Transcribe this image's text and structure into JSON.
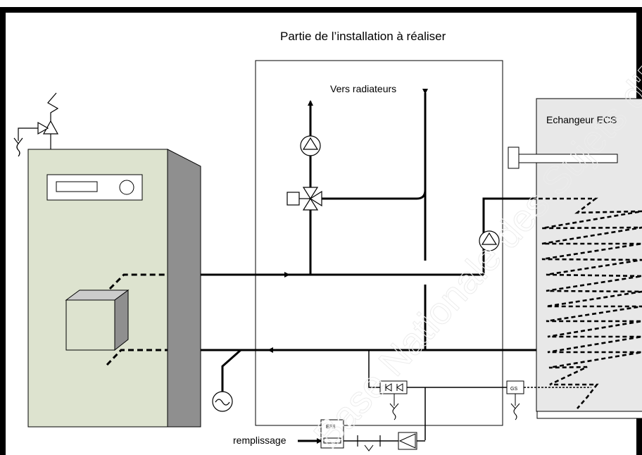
{
  "labels": {
    "title": "Partie de l’installation à réaliser",
    "vers_radiateurs": "Vers radiateurs",
    "echangeur": "Echangeur ECS",
    "remplissage": "remplissage",
    "efs": "EFS",
    "gs": "GS"
  },
  "watermark": "Base Nationale des Sujets d'Examens - Réseau Canopé",
  "colors": {
    "boiler_front": "#dde3cf",
    "boiler_side": "#8f8f8f",
    "exchanger": "#e8e8e8",
    "line": "#000000"
  }
}
